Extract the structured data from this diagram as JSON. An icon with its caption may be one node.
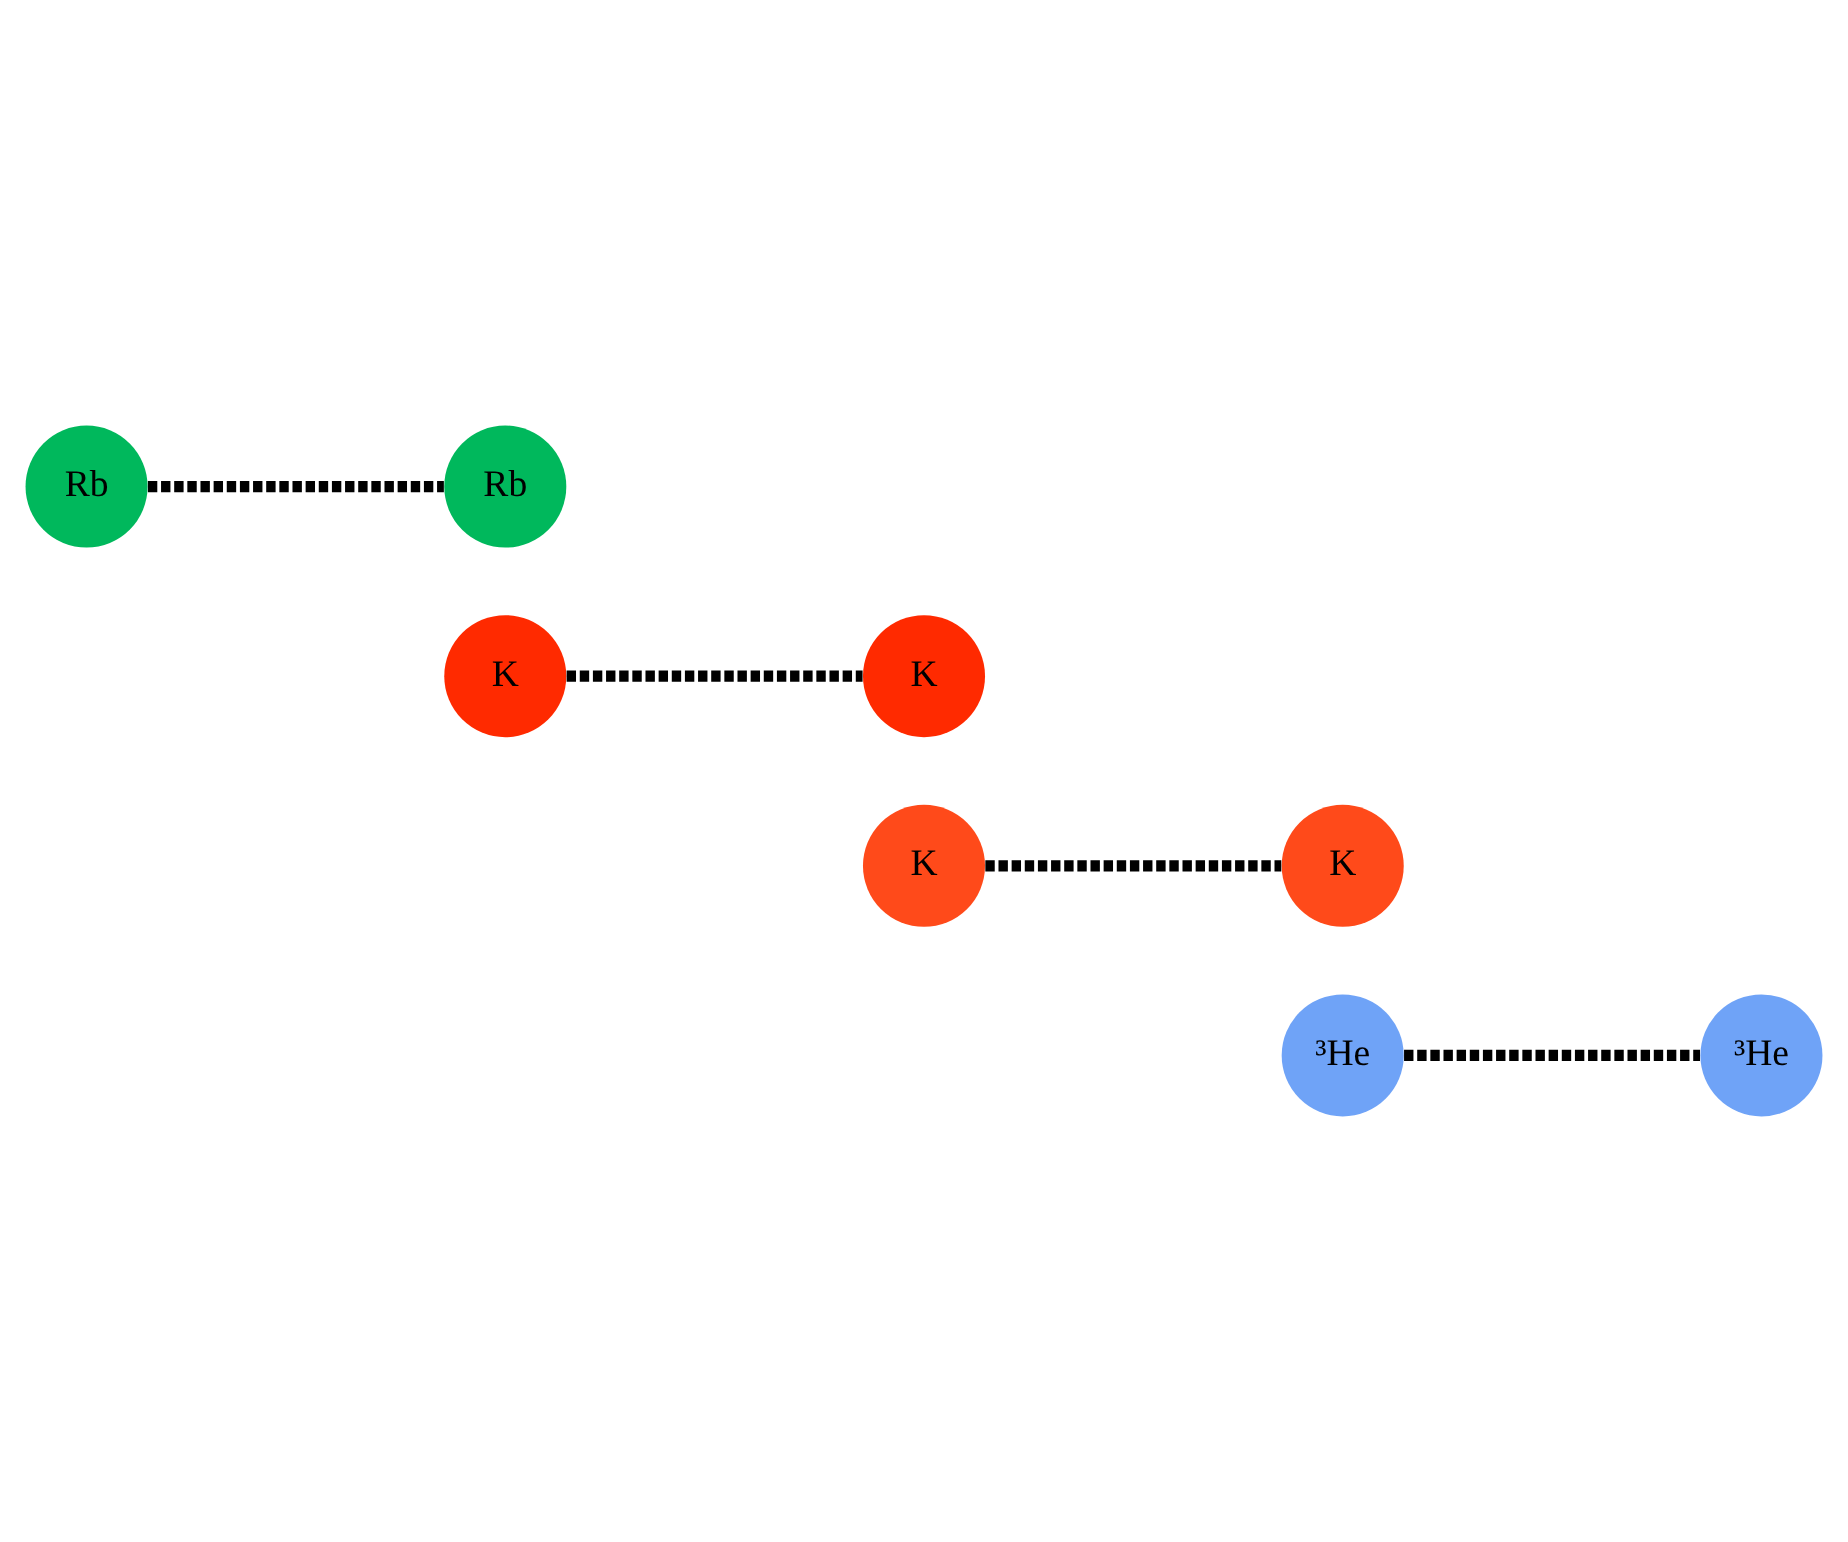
{
  "diagram": {
    "nodes": [
      {
        "text": [
          "Rb"
        ]
      },
      {
        "text": [
          "Rb"
        ]
      },
      {
        "text": [
          "K"
        ]
      },
      {
        "text": [
          "K"
        ]
      },
      {
        "text": [
          "K"
        ]
      },
      {
        "text": [
          "K"
        ]
      },
      {
        "text": [
          "³He"
        ]
      },
      {
        "text": [
          "³He"
        ]
      }
    ],
    "edges": [
      {
        "from": 0,
        "to": 1,
        "arrow": "none",
        "style": "dashed"
      },
      {
        "from": 2,
        "to": 3,
        "arrow": "none",
        "style": "dashed"
      },
      {
        "from": 4,
        "to": 5,
        "arrow": "none",
        "style": "dashed"
      },
      {
        "from": 6,
        "to": 7,
        "arrow": "none",
        "style": "dashed"
      }
    ]
  }
}
